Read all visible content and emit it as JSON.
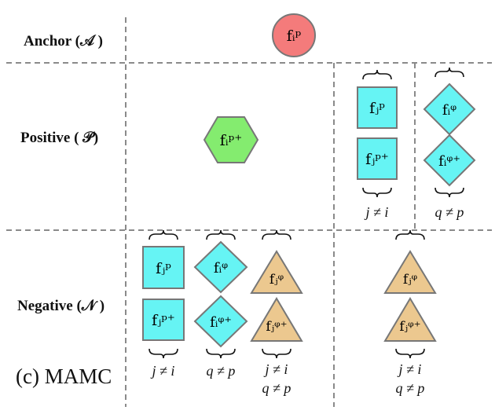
{
  "rows": {
    "anchor": "Anchor (𝒜 )",
    "positive": "Positive ( 𝒫)",
    "negative": "Negative (𝒩 )"
  },
  "caption": "(c) MAMC",
  "nodes": {
    "anchor": "fᵢᵖ",
    "pos_hex": "fᵢᵖ⁺",
    "pos_sq1": "fⱼᵖ",
    "pos_sq2": "fⱼᵖ⁺",
    "pos_dia1": "fᵢᵠ",
    "pos_dia2": "fᵢᵠ⁺",
    "neg_sq1": "fⱼᵖ",
    "neg_sq2": "fⱼᵖ⁺",
    "neg_dia1": "fᵢᵠ",
    "neg_dia2": "fᵢᵠ⁺",
    "neg_tri1": "fⱼᵠ",
    "neg_tri2": "fⱼᵠ⁺",
    "neg_tri3": "fⱼᵠ",
    "neg_tri4": "fⱼᵠ⁺"
  },
  "conditions": {
    "pos_sq": "j ≠ i",
    "pos_dia": "q ≠ p",
    "neg_sq": "j ≠ i",
    "neg_dia": "q ≠ p",
    "neg_tri_a": "j ≠ i",
    "neg_tri_b": "q ≠ p",
    "neg_tri_c": "j ≠ i",
    "neg_tri_d": "q ≠ p"
  },
  "colors": {
    "anchor": "#f47b7b",
    "hexagon": "#84ec6f",
    "cyan": "#66f4f4",
    "triangle": "#ecc88f",
    "stroke": "#777777",
    "dash": "#8a8a8a"
  }
}
